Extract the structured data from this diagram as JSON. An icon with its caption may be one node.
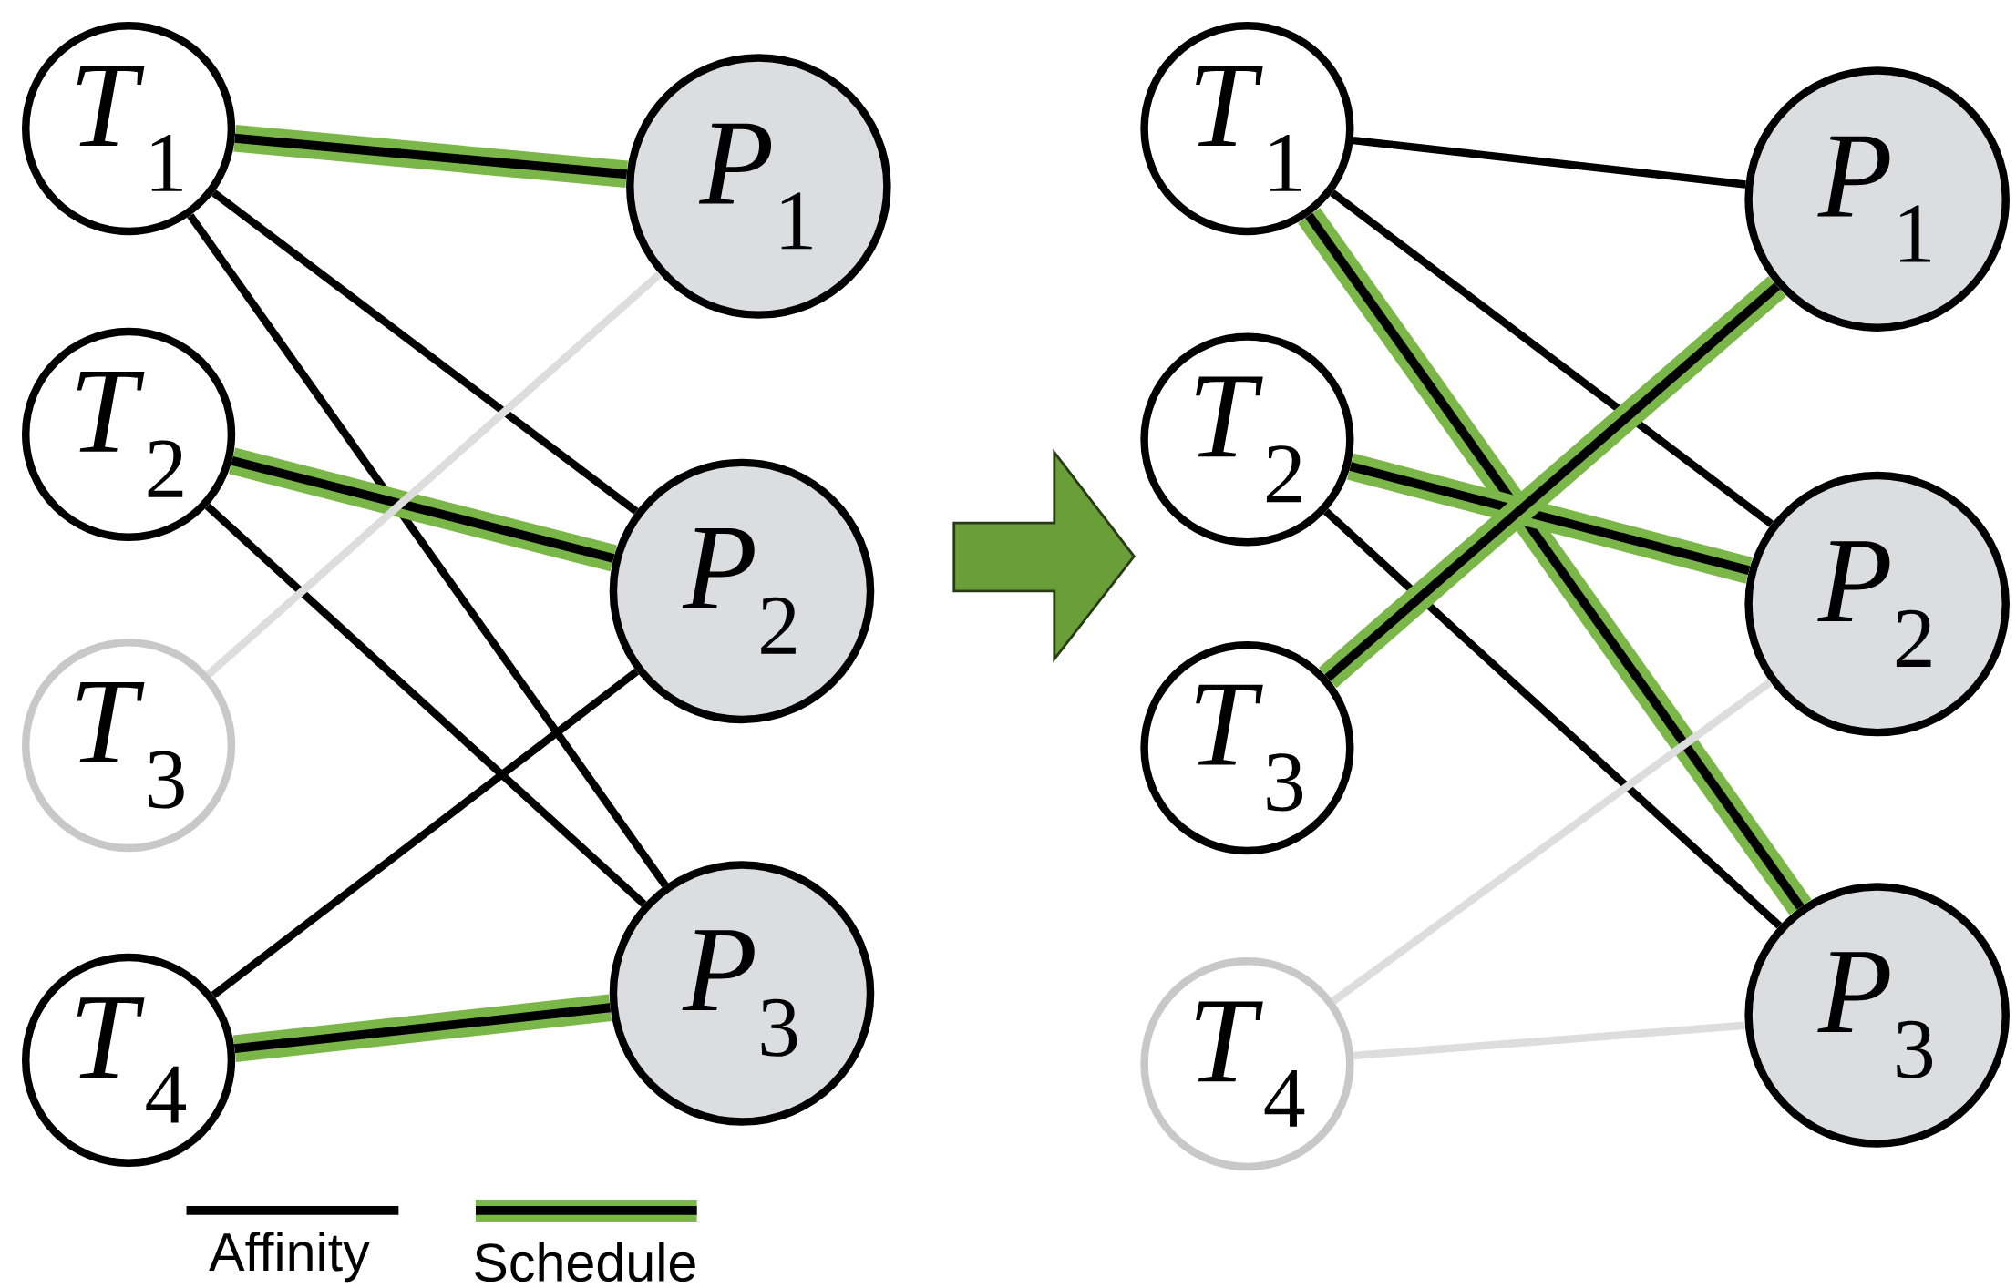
{
  "diagram": {
    "nodes": [
      {
        "text": [
          "*T*$_{1}$"
        ]
      },
      {
        "text": [
          "*T*$_{2}$"
        ]
      },
      {
        "text": [
          "*T*$_{3}$"
        ]
      },
      {
        "text": [
          "*T*$_{4}$"
        ]
      },
      {
        "text": [
          "*P*$_{1}$"
        ]
      },
      {
        "text": [
          "*P*$_{2}$"
        ]
      },
      {
        "text": [
          "*P*$_{3}$"
        ]
      },
      {
        "text": [
          "*T*$_{1}$"
        ]
      },
      {
        "text": [
          "*T*$_{2}$"
        ]
      },
      {
        "text": [
          "*T*$_{3}$"
        ]
      },
      {
        "text": [
          "*T*$_{4}$"
        ]
      },
      {
        "text": [
          "*P*$_{1}$"
        ]
      },
      {
        "text": [
          "*P*$_{2}$"
        ]
      },
      {
        "text": [
          "*P*$_{3}$"
        ]
      }
    ],
    "edges": [
      {
        "from": 0,
        "to": 4,
        "arrow": "none",
        "style": "thick",
        "color": "#7ab648"
      },
      {
        "from": 0,
        "to": 5,
        "arrow": "none"
      },
      {
        "from": 0,
        "to": 6,
        "arrow": "none"
      },
      {
        "from": 1,
        "to": 5,
        "arrow": "none",
        "style": "thick",
        "color": "#7ab648"
      },
      {
        "from": 1,
        "to": 6,
        "arrow": "none"
      },
      {
        "from": 2,
        "to": 4,
        "arrow": "none",
        "color": "#dddddd"
      },
      {
        "from": 3,
        "to": 5,
        "arrow": "none"
      },
      {
        "from": 3,
        "to": 6,
        "arrow": "none",
        "style": "thick",
        "color": "#7ab648"
      },
      {
        "from": 7,
        "to": 11,
        "arrow": "none"
      },
      {
        "from": 7,
        "to": 12,
        "arrow": "none"
      },
      {
        "from": 7,
        "to": 13,
        "arrow": "none",
        "style": "thick",
        "color": "#7ab648"
      },
      {
        "from": 8,
        "to": 12,
        "arrow": "none",
        "style": "thick",
        "color": "#7ab648"
      },
      {
        "from": 8,
        "to": 13,
        "arrow": "none"
      },
      {
        "from": 9,
        "to": 11,
        "arrow": "none",
        "style": "thick",
        "color": "#7ab648"
      },
      {
        "from": 10,
        "to": 12,
        "arrow": "none",
        "color": "#dddddd"
      },
      {
        "from": 10,
        "to": 13,
        "arrow": "none",
        "color": "#dddddd"
      }
    ],
    "legend": [
      {
        "text": "Affinity"
      },
      {
        "text": "Schedule"
      }
    ]
  }
}
